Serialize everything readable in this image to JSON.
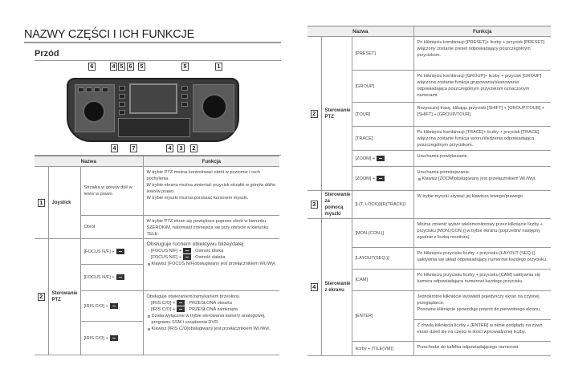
{
  "title": "NAZWY CZĘŚCI I ICH FUNKCJE",
  "section": "Przód",
  "callouts": {
    "top": [
      "6",
      "4",
      "5",
      "6",
      "5",
      "5",
      "1"
    ],
    "bottom": [
      "4",
      "7",
      "4",
      "3",
      "2"
    ]
  },
  "left_table": {
    "header": {
      "name": "Nazwa",
      "func": "Funkcja"
    },
    "groups": [
      {
        "num": "1",
        "name": "Joystick",
        "rows": [
          {
            "sub": "Strzałka w górę/w dół/ w lewo/ w prawo",
            "func": [
              {
                "t": "W trybie PTZ można kontrolować obrót w poziomie i ruch pochylenia."
              },
              {
                "t": "W trybie ekranu można zmieniać przycisk strzałki w górę/w dół/w lewo/w prawo."
              },
              {
                "t": "W trybie myszki można poruszać kursorem myszki."
              }
            ]
          },
          {
            "sub": "Obrót",
            "func": [
              {
                "t": "W trybie PTZ ekran się powiększa poprzez obrót w kierunku SZEROKIM, natomiast zmniejsza się przy obrocie w kierunku TELE."
              }
            ]
          }
        ]
      },
      {
        "num": "2",
        "name": "Sterowanie PTZ",
        "rows": [
          {
            "sub": "[FOCUS N/F] +",
            "key": true,
            "func": [
              {
                "t": "Obsługuje ruchem obiektywu bliżej/dalej",
                "big": true
              },
              {
                "pre": "-  [FOCUS N/F] +",
                "post": ": Ostrość bliska"
              },
              {
                "pre": "-  [FOCUS N/F] +",
                "post": ": Ostrość daleka"
              },
              {
                "note": "Klawisz [FOCUS N/F]obsługiwany jest przełącznikiem Wł./Wył."
              }
            ]
          },
          {
            "sub": "[FOCUS N/F] +",
            "key": true
          },
          {
            "sub": "[IRIS C/O] +",
            "key": true,
            "func": [
              {
                "t": "Obsługuje otwieraniem/zamykaniem przesłony."
              },
              {
                "pre": "-  [IRIS C/O] +",
                "post": ": PRZESŁONA otwarta"
              },
              {
                "pre": "-  [IRIS C/O] +",
                "post": ": PRZESŁONA zamknięta"
              },
              {
                "note": "Działa wyłącznie w trybie sterowania kamery analogowej, programu SSM i urządzenia DVR."
              },
              {
                "note": "Klawisz [IRIS C/O]obsługiwany jest przełącznikiem Wł./Wył."
              }
            ]
          },
          {
            "sub": "[IRIS C/O] +",
            "key": true
          }
        ]
      }
    ]
  },
  "right_table": {
    "header": {
      "name": "Nazwa",
      "func": "Funkcja"
    },
    "groups": [
      {
        "num": "2",
        "name": "Sterowanie PTZ",
        "rows": [
          {
            "sub": "[PRESET]",
            "func": [
              {
                "t": "Po kliknięciu kombinacji [PRESET]+ liczby + przycisk [PRESET] włączony zostanie preset odpowiadający poszczególnym przyciskom."
              }
            ]
          },
          {
            "sub": "[GROUP]",
            "func": [
              {
                "t": "Po kliknięciu kombinacji [GROUP]+ liczby + przycisk [GROUP] włączona zostanie funkcja grupowania/skanowania odpowiadająca poszczególnym przyciskom oznaczonym numerami."
              }
            ]
          },
          {
            "sub": "[TOUR]",
            "func": [
              {
                "t": "Rozpocznij trasę, klikając przyciski [SHIFT] + [GROUP/TOUR] + [SHIFT] + [GROUP/TOUR]."
              }
            ]
          },
          {
            "sub": "[TRACE]",
            "func": [
              {
                "t": "Po kliknięciu kombinacji [TRACE]+ liczby + przycisk [TRACE] włączona zostanie funkcja wzoru/śledzenia odpowiadająca poszczególnym przyciskom."
              }
            ]
          },
          {
            "sub": "[ZOOM] +",
            "key": true,
            "func": [
              {
                "t": "Uruchamia powiększanie."
              }
            ]
          },
          {
            "sub": "[ZOOM] +",
            "key": true,
            "func": [
              {
                "t": "Uruchamia pomniejszanie."
              },
              {
                "note": "Klawisz [ZOOM]obsługiwany jest przełącznikiem Wł./Wył."
              }
            ]
          }
        ]
      },
      {
        "num": "3",
        "name": "Sterowanie za pomocą myszki",
        "rows": [
          {
            "sub": "[L(T. LOCK)]/[R(TRACK)]",
            "func": [
              {
                "t": "W trybie myszki używać jej klawisza lewego/prawego."
              }
            ]
          }
        ]
      },
      {
        "num": "4",
        "name": "Sterowanie z ekranu",
        "rows": [
          {
            "sub": "[MON.(CON.)]",
            "func": [
              {
                "t": "Można zmienić wybór wielomonitorowy przez kliknięcie liczby + przycisku [MON.(CON.)] w trybie ekranu (poprzedni/ następny zgodnie z liczbą monitora)."
              }
            ]
          },
          {
            "sub": "[LAYOUT(SEQ.)]",
            "func": [
              {
                "t": "Po kliknięciu przycisku liczby + przycisku [LAYOUT (SEQ.)] uaktywnia się układ odpowiadający numerowi każdego przycisku."
              }
            ]
          },
          {
            "sub": "[CAM]",
            "func": [
              {
                "t": "Po kliknięciu przycisku liczby + przycisku [CAM] uaktywnia się kamera odpowiadająca numerowi każdego przycisku."
              }
            ]
          },
          {
            "sub": "[ENTER]",
            "func": [
              {
                "t": "Jednokrotne kliknięcie wyświetli pojedynczy ekran na czynnej przeglądarce."
              },
              {
                "t": "Ponowne kliknięcie spowoduje powrót do pierwotnego ekranu."
              }
            ]
          },
          {
            "func": [
              {
                "t": "Z chwilą kliknięcia liczby + [ENTER] w oknie podglądu na żywo ekran dzieli się na części w ilości wprowadzonej liczby."
              }
            ]
          },
          {
            "sub": "liczby + [TILE(VM)]",
            "func": [
              {
                "t": "Przechodzi do kafelka odpowiadającego numerowi."
              }
            ]
          }
        ]
      }
    ]
  }
}
